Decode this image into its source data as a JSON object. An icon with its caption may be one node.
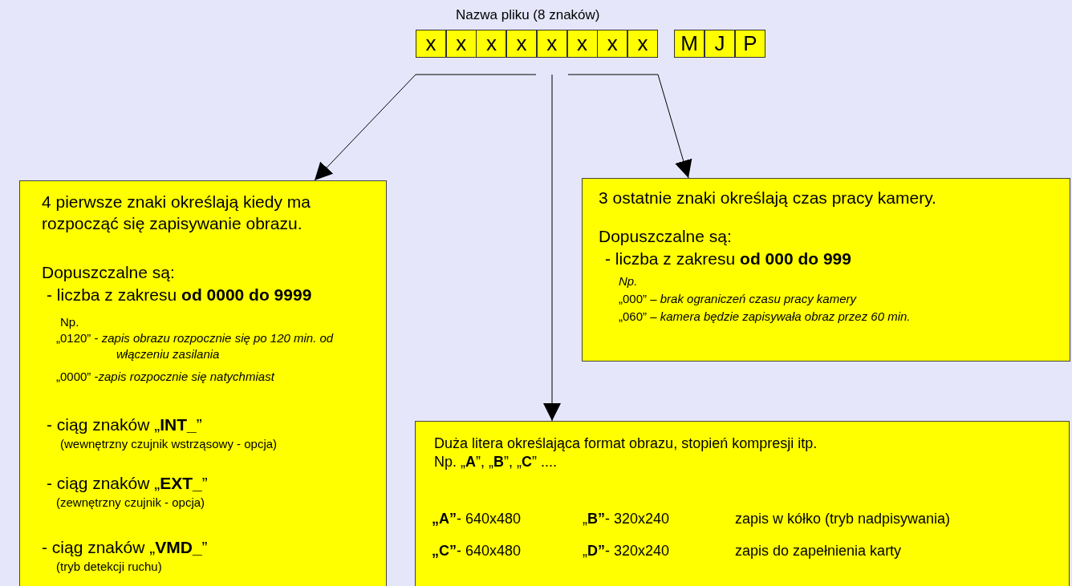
{
  "diagram": {
    "nodes": [
      {
        "text": [
          "x"
        ]
      },
      {
        "text": [
          "x"
        ]
      },
      {
        "text": [
          "x"
        ]
      },
      {
        "text": [
          "x"
        ]
      },
      {
        "text": [
          "x"
        ]
      },
      {
        "text": [
          "x"
        ]
      },
      {
        "text": [
          "x"
        ]
      },
      {
        "text": [
          "x"
        ]
      },
      {
        "text": [
          "M"
        ]
      },
      {
        "text": [
          "J"
        ]
      },
      {
        "text": [
          "P"
        ]
      },
      {
        "text": [
          "4 pierwsze znaki określają kiedy ma rozpocząć się zapisywanie obrazu.",
          "Dopuszczalne są:",
          "- liczba z zakresu **od 0000 do 9999**",
          "Np.",
          "„0120” - *zapis obrazu rozpocznie się po 120 min. od włączeniu zasilania*",
          "„0000” -*zapis rozpocznie się natychmiast*",
          "- ciąg znaków „**INT_**”",
          "(wewnętrzny czujnik wstrząsowy - opcja)",
          "- ciąg znaków „**EXT_**”",
          "(zewnętrzny czujnik - opcja)",
          "- ciąg znaków „**VMD_**”",
          "(tryb detekcji ruchu)"
        ]
      },
      {
        "text": [
          "3 ostatnie znaki określają czas pracy kamery.",
          "Dopuszczalne są:",
          "- liczba z zakresu **od 000 do 999**",
          "Np.",
          "„000” – *brak ograniczeń czasu pracy kamery*",
          "„060” – *kamera będzie zapisywała obraz przez 60 min.*"
        ]
      },
      {
        "text": [
          "Duża litera określająca format obrazu, stopień kompresji itp.",
          "Np. „**A**”, „**B**”, „**C**” ....",
          "**„A”**- 640x480",
          "„**B”**- 320x240",
          "zapis w kółko (tryb nadpisywania)",
          "**„C”**- 640x480",
          "„**D”**- 320x240",
          "zapis do zapełnienia karty"
        ]
      }
    ],
    "edges": [
      {
        "from": null,
        "to": 11,
        "arrow": "to"
      },
      {
        "from": null,
        "to": 13,
        "arrow": "to"
      },
      {
        "from": null,
        "to": 12,
        "arrow": "to"
      }
    ],
    "labels": [
      "Nazwa pliku (8 znaków)"
    ]
  }
}
